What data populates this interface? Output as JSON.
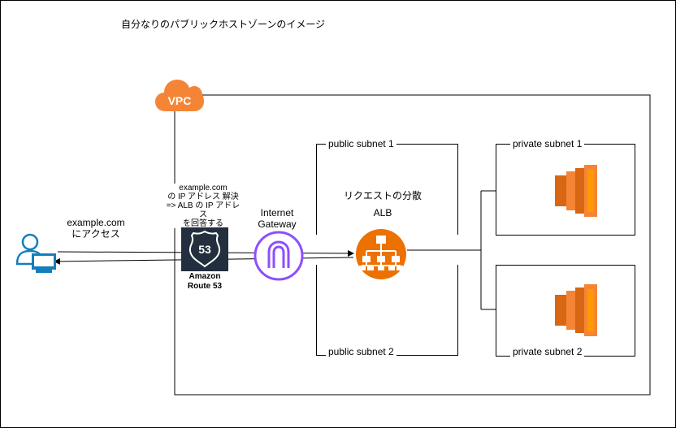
{
  "title": "自分なりのパブリックホストゾーンのイメージ",
  "vpc": {
    "label": "VPC"
  },
  "subnets": {
    "public1": "public subnet 1",
    "public2": "public subnet 2",
    "private1": "private subnet 1",
    "private2": "private subnet 2"
  },
  "user": {
    "label_line1": "example.com",
    "label_line2": "にアクセス"
  },
  "route53": {
    "note_line1": "example.com",
    "note_line2": "の IP アドレス 解決",
    "note_line3": "=> ALB の IP アドレス",
    "note_line4": "を回答する",
    "badge": "53",
    "name_line1": "Amazon",
    "name_line2": "Route 53"
  },
  "igw": {
    "label_line1": "Internet",
    "label_line2": "Gateway"
  },
  "alb": {
    "label_line1": "リクエストの分散",
    "label_line2": "ALB"
  },
  "colors": {
    "aws_orange": "#ED7100",
    "vpc_cloud": "#F58536",
    "igw_purple": "#8C4FFF",
    "route53_dark": "#232F3E",
    "user_blue": "#147EBA"
  }
}
